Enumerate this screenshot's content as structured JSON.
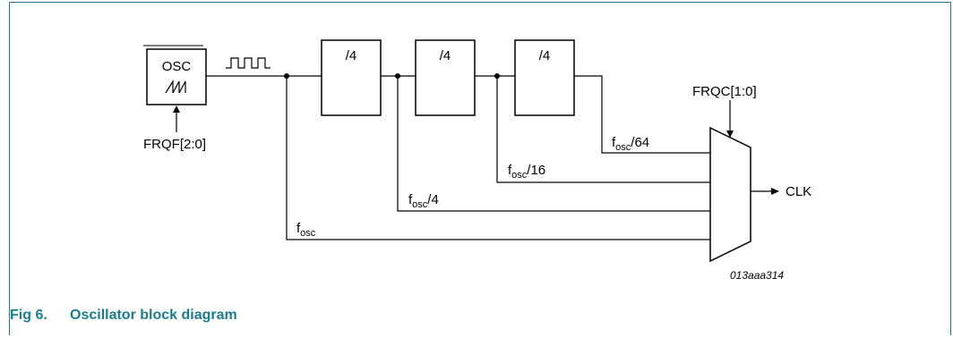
{
  "diagram": {
    "osc_label": "OSC",
    "frqf_label": "FRQF[2:0]",
    "divider_label": "/4",
    "frqc_label": "FRQC[1:0]",
    "clk_label": "CLK",
    "f_main": "f",
    "f_sub": "osc",
    "fosc64_suffix": "/64",
    "fosc16_suffix": "/16",
    "fosc4_suffix": "/4",
    "ref_code": "013aaa314"
  },
  "caption": {
    "number": "Fig 6.",
    "title": "Oscillator block diagram"
  },
  "colors": {
    "accent": "#1a7d8f"
  }
}
